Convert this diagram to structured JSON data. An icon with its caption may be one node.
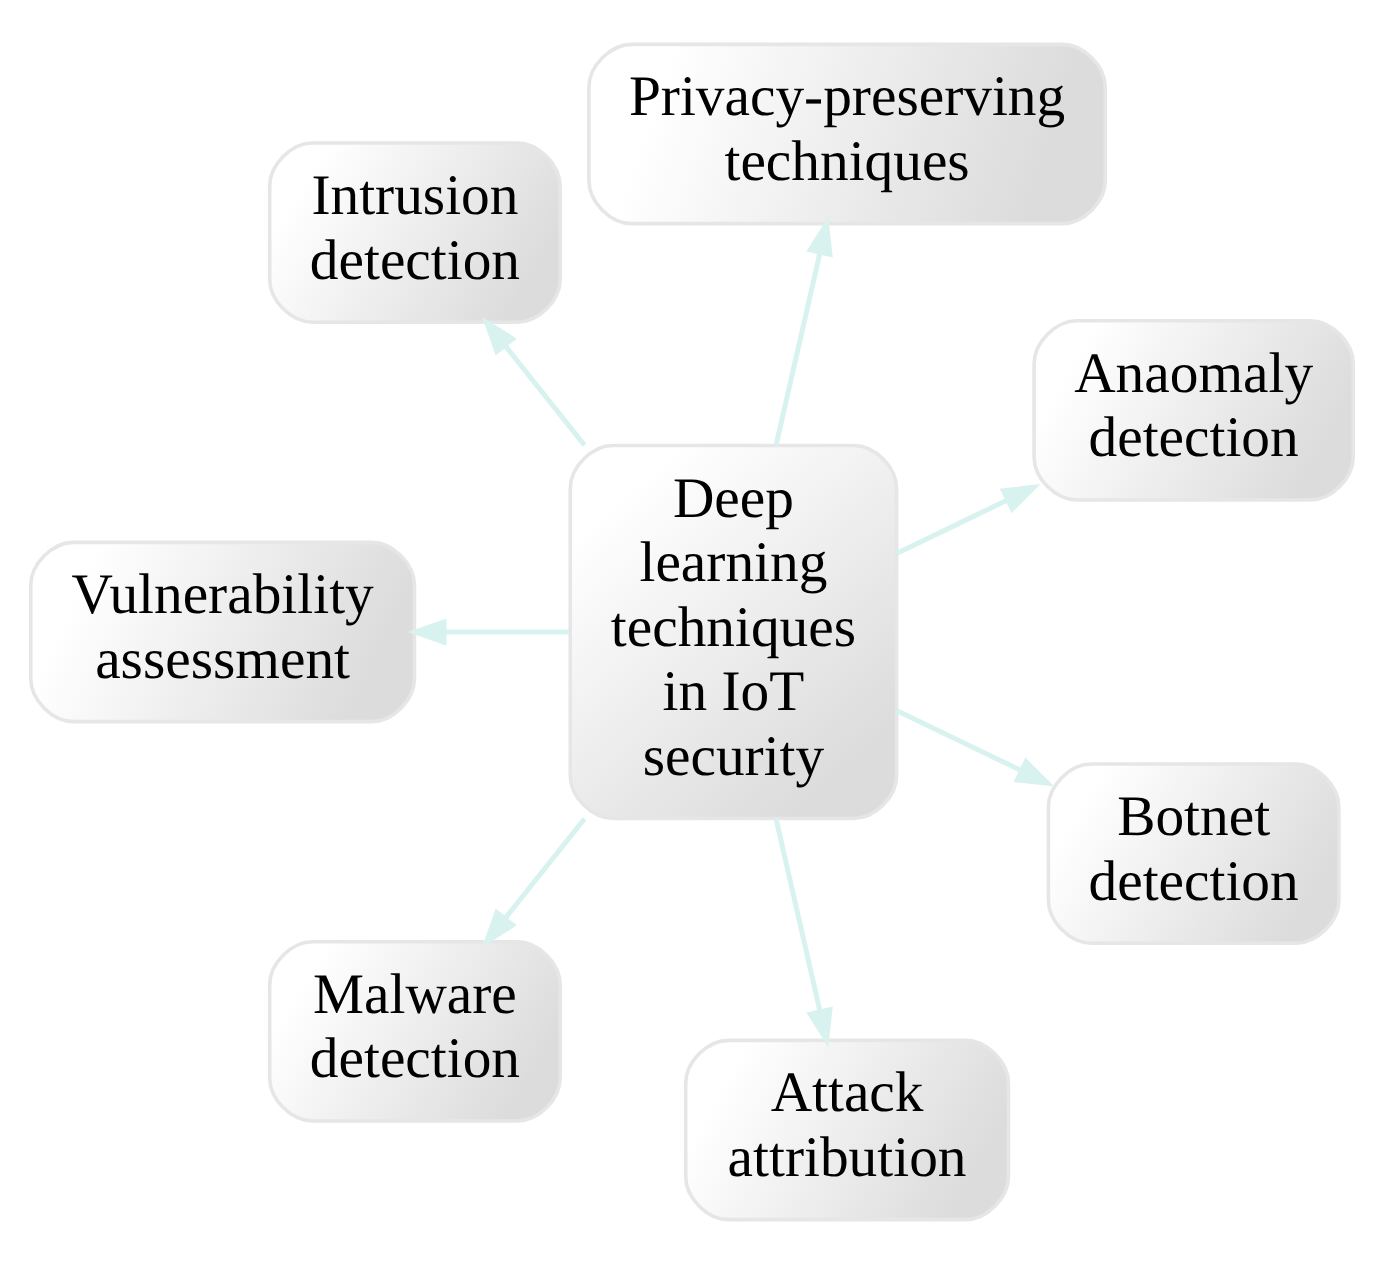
{
  "diagram": {
    "nodes": [
      {
        "text": [
          "Anaomaly detection"
        ]
      },
      {
        "text": [
          "Privacy-preserving techniques"
        ]
      },
      {
        "text": [
          "Intrusion detection"
        ]
      },
      {
        "text": [
          "Deep learning techniques in IoT security"
        ]
      },
      {
        "text": [
          "Vulnerability assessment"
        ]
      },
      {
        "text": [
          "Malware detection"
        ]
      },
      {
        "text": [
          "Attack attribution"
        ]
      },
      {
        "text": [
          "Botnet detection"
        ]
      }
    ],
    "edges": [
      {
        "from": 3,
        "to": 0,
        "arrow": "to"
      },
      {
        "from": 3,
        "to": 2,
        "arrow": "to"
      },
      {
        "from": 3,
        "to": 5,
        "arrow": "to"
      },
      {
        "from": 3,
        "to": 7,
        "arrow": "to"
      },
      {
        "from": 3,
        "to": 6,
        "arrow": "to"
      },
      {
        "from": 3,
        "to": 4,
        "arrow": "to"
      },
      {
        "from": 3,
        "to": 1,
        "arrow": "to"
      }
    ]
  }
}
